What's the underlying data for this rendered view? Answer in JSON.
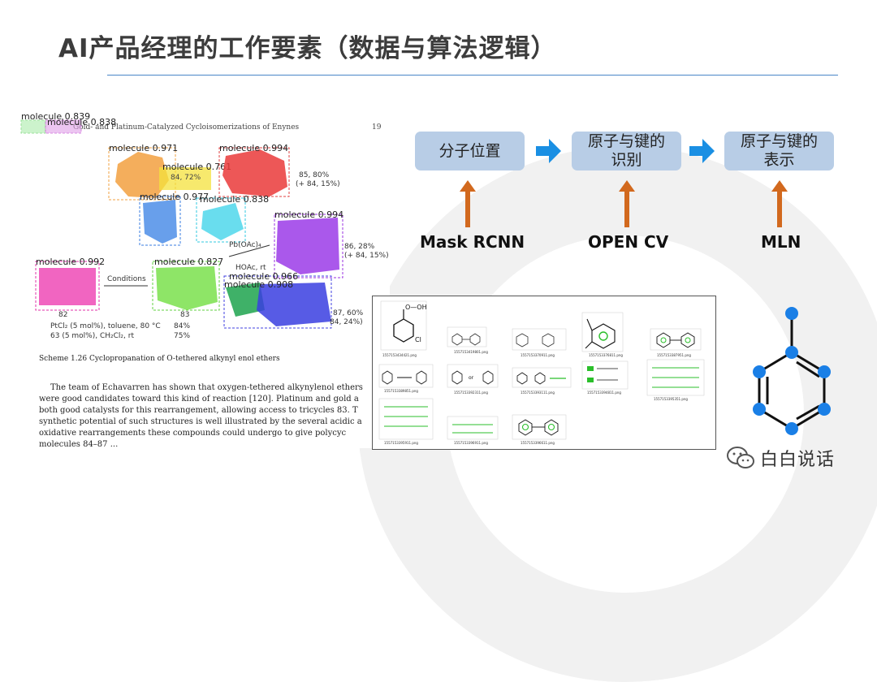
{
  "title": "AI产品经理的工作要素（数据与算法逻辑）",
  "pipeline": {
    "steps": [
      "分子位置",
      "原子与键的\n识别",
      "原子与键的\n表示"
    ],
    "methods": [
      "Mask RCNN",
      "OPEN CV",
      "MLN"
    ]
  },
  "paper": {
    "header": "Gold- and Platinum-Catalyzed Cycloisomerizations of Enynes",
    "page_number": "19",
    "detections": [
      {
        "label": "molecule 0.839"
      },
      {
        "label": "molecule 0.838"
      },
      {
        "label": "molecule 0.971"
      },
      {
        "label": "molecule 0.994"
      },
      {
        "label": "molecule 0.761"
      },
      {
        "label": "molecule 0.977"
      },
      {
        "label": "molecule 0.838"
      },
      {
        "label": "molecule 0.994"
      },
      {
        "label": "molecule 0.992"
      },
      {
        "label": "molecule 0.827"
      },
      {
        "label": "molecule 0.966"
      },
      {
        "label": "molecule 0.908"
      }
    ],
    "annotations": {
      "a85": "85, 80%",
      "a85b": "(+ 84, 15%)",
      "a86": "86, 28%",
      "a86b": "(+ 84, 15%)",
      "a87": "87, 60%",
      "a87b": "84, 24%)",
      "conditions": "Conditions",
      "pb": "Pb(OAc)₄",
      "hoac": "HOAc, rt",
      "n82": "82",
      "n83": "83",
      "n84": "84, 72%",
      "ptcl": "PtCl₂ (5 mol%), toluene, 80 °C",
      "ptcl_val": "84%",
      "au": "63 (5 mol%), CH₂Cl₂, rt",
      "au_val": "75%"
    },
    "scheme": "Scheme 1.26  Cyclopropanation of O-tethered alkynyl enol ethers",
    "body_lines": [
      "The team of Echavarren has shown that oxygen-tethered alkynylenol ethers",
      "were good candidates toward this kind of reaction [120]. Platinum and gold a",
      "both good catalysts for this rearrangement, allowing access to tricycles 83. T",
      "synthetic potential of such structures is well illustrated by the several acidic a",
      "oxidative rearrangements these compounds could undergo to give polycyc",
      "molecules 84–87 ..."
    ]
  },
  "gallery": {
    "captions": [
      "1557153434421.png",
      "1557153419801.png",
      "1557153370911.png",
      "1557153376811.png",
      "1557153387951.png",
      "1557153389851.png",
      "1557153392311.png",
      "1557153393111.png",
      "1557153394811.png",
      "1557153395351.png",
      "1557153395911.png",
      "1557153396911.png",
      "1557153396611.png"
    ],
    "thumb_text": {
      "cooh": "O—OH",
      "cl": "Cl",
      "or": "or"
    }
  },
  "brand": "白白说话",
  "colors": {
    "box": "#b8cde6",
    "arrow_blue": "#1a8fe3",
    "arrow_orange": "#d2691e",
    "node": "#1a7fe6"
  }
}
